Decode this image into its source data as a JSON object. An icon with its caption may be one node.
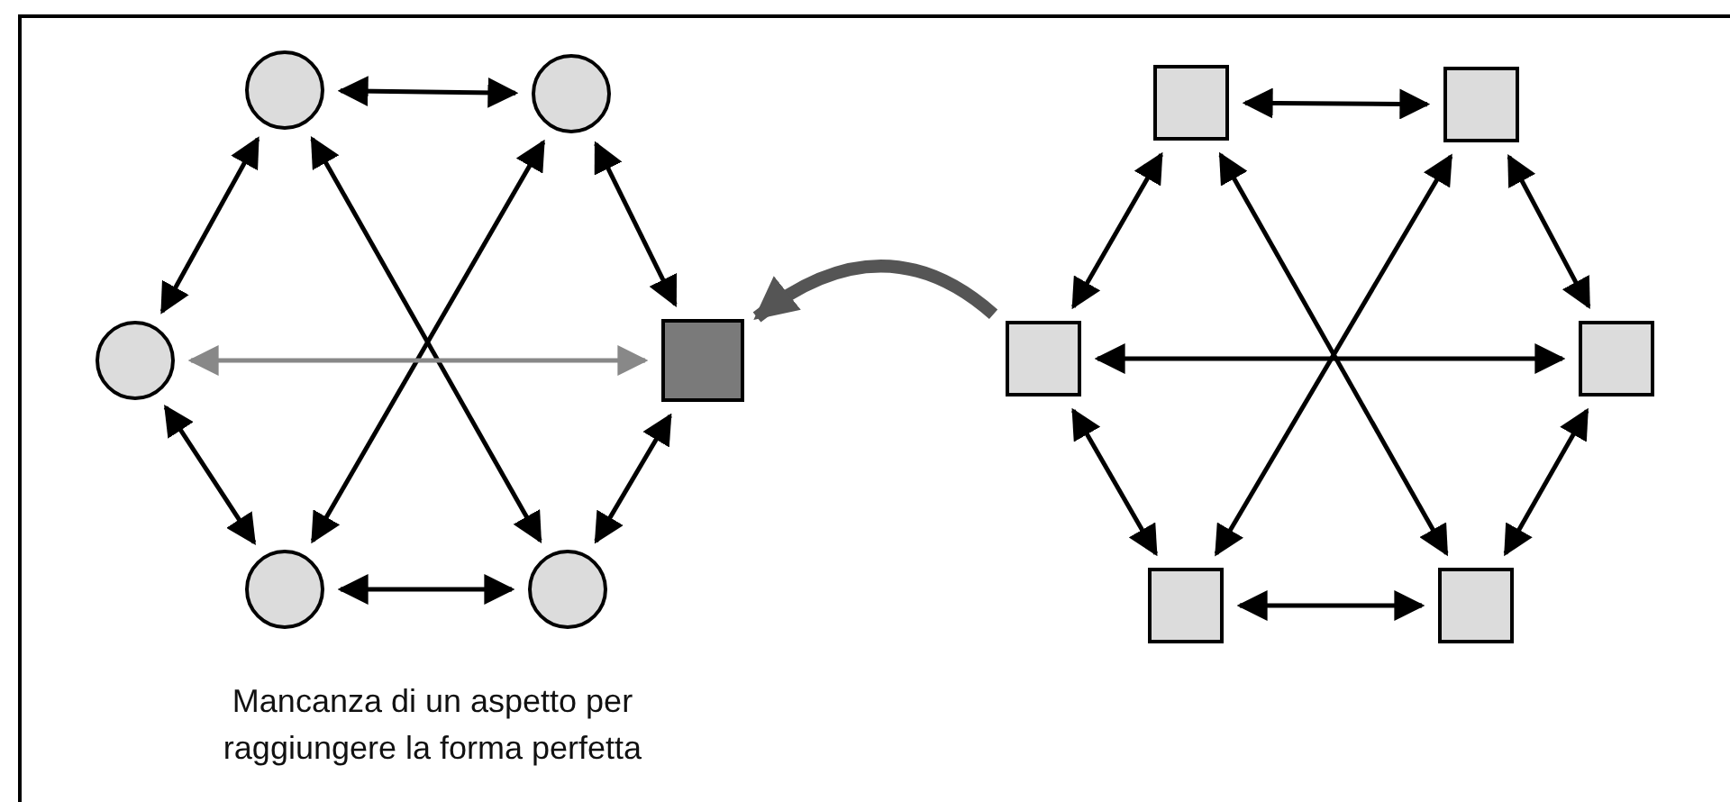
{
  "diagram": {
    "nodes": [
      {
        "text": [],
        "shape": "circle"
      },
      {
        "text": [],
        "shape": "circle"
      },
      {
        "text": [],
        "shape": "circle"
      },
      {
        "text": [],
        "shape": "box"
      },
      {
        "text": [],
        "shape": "circle"
      },
      {
        "text": [],
        "shape": "circle"
      },
      {
        "text": [],
        "shape": "box"
      },
      {
        "text": [],
        "shape": "box"
      },
      {
        "text": [],
        "shape": "box"
      },
      {
        "text": [],
        "shape": "box"
      },
      {
        "text": [],
        "shape": "box"
      },
      {
        "text": [],
        "shape": "box"
      }
    ],
    "edges": [
      {
        "from": 0,
        "to": 1,
        "arrow": "both"
      },
      {
        "from": 0,
        "to": 2,
        "arrow": "both"
      },
      {
        "from": 1,
        "to": 3,
        "arrow": "both"
      },
      {
        "from": 2,
        "to": 4,
        "arrow": "both"
      },
      {
        "from": 3,
        "to": 5,
        "arrow": "both"
      },
      {
        "from": 4,
        "to": 5,
        "arrow": "both"
      },
      {
        "from": 0,
        "to": 5,
        "arrow": "both"
      },
      {
        "from": 1,
        "to": 4,
        "arrow": "both"
      },
      {
        "from": 2,
        "to": 3,
        "arrow": "both",
        "color": "#888888"
      },
      {
        "from": 6,
        "to": 7,
        "arrow": "both"
      },
      {
        "from": 6,
        "to": 8,
        "arrow": "both"
      },
      {
        "from": 7,
        "to": 9,
        "arrow": "both"
      },
      {
        "from": 8,
        "to": 10,
        "arrow": "both"
      },
      {
        "from": 9,
        "to": 11,
        "arrow": "both"
      },
      {
        "from": 10,
        "to": 11,
        "arrow": "both"
      },
      {
        "from": 6,
        "to": 11,
        "arrow": "both"
      },
      {
        "from": 7,
        "to": 10,
        "arrow": "both"
      },
      {
        "from": 8,
        "to": 9,
        "arrow": "both"
      },
      {
        "from": 8,
        "to": 3,
        "arrow": "to",
        "style": "thick",
        "color": "#555555"
      }
    ],
    "labels": [
      "Mancanza di un aspetto per raggiungere la forma perfetta"
    ]
  }
}
